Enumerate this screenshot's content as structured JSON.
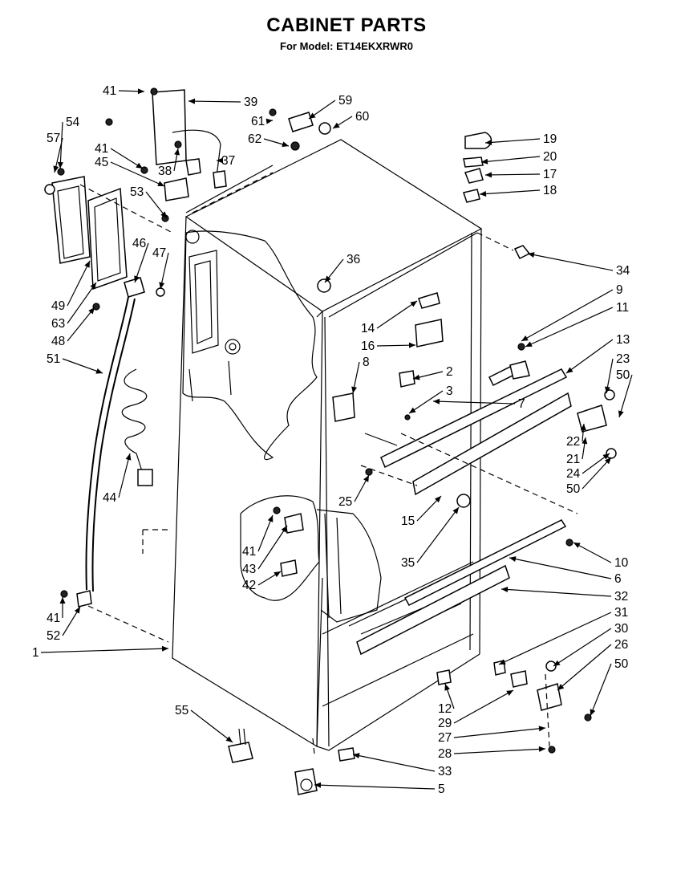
{
  "header": {
    "title": "CABINET PARTS",
    "subtitle": "For Model: ET14EKXRWR0"
  },
  "callouts": [
    {
      "label": "41"
    },
    {
      "label": "39"
    },
    {
      "label": "59"
    },
    {
      "label": "61"
    },
    {
      "label": "60"
    },
    {
      "label": "54"
    },
    {
      "label": "57"
    },
    {
      "label": "41"
    },
    {
      "label": "45"
    },
    {
      "label": "62"
    },
    {
      "label": "38"
    },
    {
      "label": "37"
    },
    {
      "label": "19"
    },
    {
      "label": "20"
    },
    {
      "label": "17"
    },
    {
      "label": "18"
    },
    {
      "label": "53"
    },
    {
      "label": "46"
    },
    {
      "label": "47"
    },
    {
      "label": "36"
    },
    {
      "label": "34"
    },
    {
      "label": "9"
    },
    {
      "label": "11"
    },
    {
      "label": "49"
    },
    {
      "label": "63"
    },
    {
      "label": "48"
    },
    {
      "label": "14"
    },
    {
      "label": "16"
    },
    {
      "label": "13"
    },
    {
      "label": "23"
    },
    {
      "label": "51"
    },
    {
      "label": "8"
    },
    {
      "label": "2"
    },
    {
      "label": "50"
    },
    {
      "label": "3"
    },
    {
      "label": "7"
    },
    {
      "label": "22"
    },
    {
      "label": "21"
    },
    {
      "label": "24"
    },
    {
      "label": "50"
    },
    {
      "label": "44"
    },
    {
      "label": "25"
    },
    {
      "label": "15"
    },
    {
      "label": "35"
    },
    {
      "label": "41"
    },
    {
      "label": "43"
    },
    {
      "label": "42"
    },
    {
      "label": "10"
    },
    {
      "label": "6"
    },
    {
      "label": "32"
    },
    {
      "label": "41"
    },
    {
      "label": "52"
    },
    {
      "label": "31"
    },
    {
      "label": "30"
    },
    {
      "label": "1"
    },
    {
      "label": "26"
    },
    {
      "label": "50"
    },
    {
      "label": "12"
    },
    {
      "label": "29"
    },
    {
      "label": "55"
    },
    {
      "label": "27"
    },
    {
      "label": "28"
    },
    {
      "label": "33"
    },
    {
      "label": "5"
    }
  ]
}
